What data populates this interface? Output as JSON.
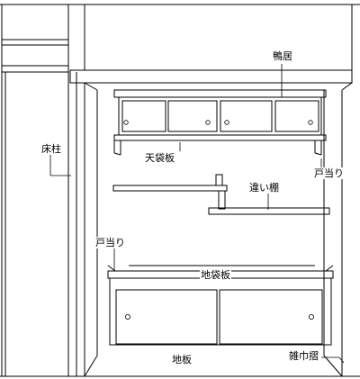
{
  "labels": {
    "kamoi": "鴨居",
    "tokobashira": "床柱",
    "tenbukuroita": "天袋板",
    "toatari_upper": "戸当り",
    "chigaidana": "違い棚",
    "toatari_lower": "戸当り",
    "jibukuroita": "地袋板",
    "jiita": "地板",
    "zokinzuri": "雑巾摺"
  }
}
